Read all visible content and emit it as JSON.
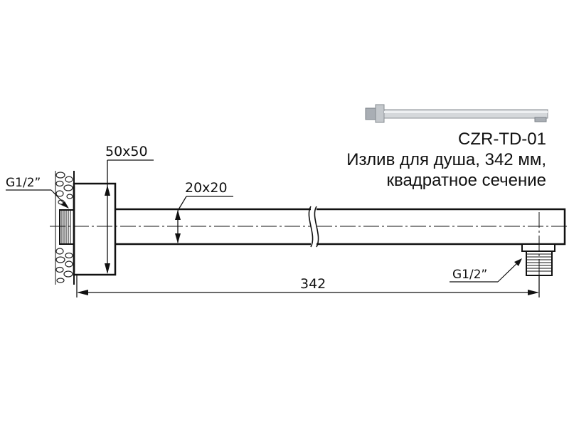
{
  "product": {
    "model": "CZR-TD-01",
    "description_line1": "Излив для душа, 342 мм,",
    "description_line2": "квадратное сечение"
  },
  "dimensions": {
    "flange": "50x50",
    "tube": "20x20",
    "length": "342",
    "thread_wall": "G1/2”",
    "thread_outlet": "G1/2”"
  }
}
